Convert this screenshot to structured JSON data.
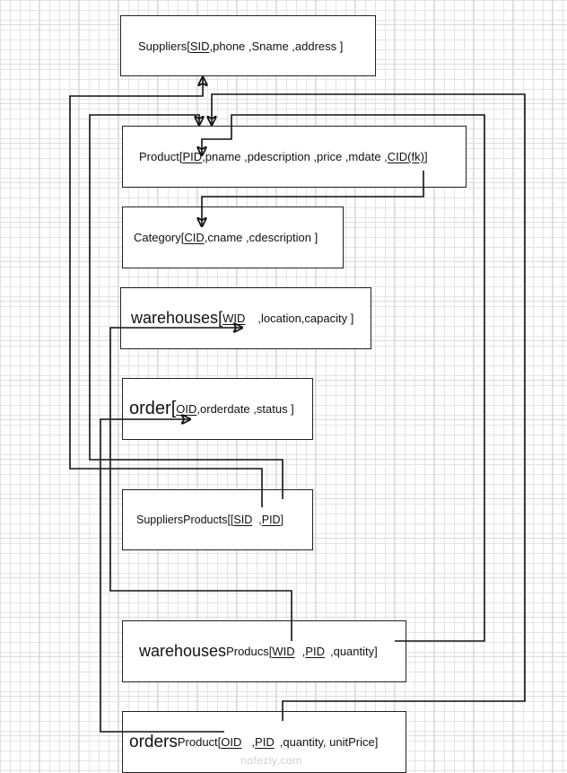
{
  "diagram": {
    "type": "relational-schema",
    "entities": {
      "suppliers": {
        "name": "Suppliers",
        "open": " [",
        "attributes": [
          {
            "name": "SID",
            "pk": true,
            "suffix": " ,"
          },
          {
            "name": "phone ,Sname ,address ]",
            "pk": false
          }
        ]
      },
      "product": {
        "name": "Product",
        "open": " [",
        "attributes": [
          {
            "name": "PID",
            "pk": true,
            "suffix": " ,"
          },
          {
            "name": "pname ,pdescription ,price ,mdate ,",
            "pk": false
          },
          {
            "name": "CID(fk)",
            "pk": true,
            "suffix": " ]"
          }
        ]
      },
      "category": {
        "name": "Category",
        "open": " [",
        "attributes": [
          {
            "name": "CID",
            "pk": true,
            "suffix": " ,"
          },
          {
            "name": "cname ,cdescription ]",
            "pk": false
          }
        ]
      },
      "warehouses": {
        "name": "warehouses",
        "open": " [",
        "attributes": [
          {
            "name": "WID",
            "pk": true,
            "suffix": " ,"
          },
          {
            "name": "location,capacity  ]",
            "pk": false
          }
        ]
      },
      "order": {
        "name": "order",
        "open": "[",
        "attributes": [
          {
            "name": "OID",
            "pk": true,
            "suffix": " ,"
          },
          {
            "name": "orderdate ,status ]",
            "pk": false
          }
        ]
      },
      "suppliers_products": {
        "name": "SuppliersProducts",
        "open": " [[",
        "attributes": [
          {
            "name": "SID",
            "pk": true,
            "suffix": " ,"
          },
          {
            "name": "PID",
            "pk": true,
            "suffix": " ]"
          }
        ]
      },
      "warehouses_products": {
        "name_big": "warehouses",
        "name_small": "Producs",
        "open": "[ ",
        "attributes": [
          {
            "name": "WID",
            "pk": true,
            "suffix": " ,"
          },
          {
            "name": "PID",
            "pk": true,
            "suffix": " ,"
          },
          {
            "name": "quantity]",
            "pk": false
          }
        ]
      },
      "orders_product": {
        "name_big": "orders",
        "name_small": "Product",
        "open": " [",
        "attributes": [
          {
            "name": "OID",
            "pk": true,
            "suffix": " ,"
          },
          {
            "name": "PID",
            "pk": true,
            "suffix": " ,"
          },
          {
            "name": "quantity, unitPrice]",
            "pk": false
          }
        ]
      }
    },
    "relationships": [
      {
        "from": "SuppliersProducts.SID",
        "to": "Suppliers.SID"
      },
      {
        "from": "SuppliersProducts.PID",
        "to": "Product.PID"
      },
      {
        "from": "ordersProduct.PID",
        "to": "Product.PID"
      },
      {
        "from": "warehousesProducs.PID",
        "to": "Product.PID"
      },
      {
        "from": "Product.CID(fk)",
        "to": "Category.CID"
      },
      {
        "from": "warehousesProducs.WID",
        "to": "warehouses.WID"
      },
      {
        "from": "ordersProduct.OID",
        "to": "order.OID"
      }
    ],
    "watermark": "nofezly.com"
  }
}
